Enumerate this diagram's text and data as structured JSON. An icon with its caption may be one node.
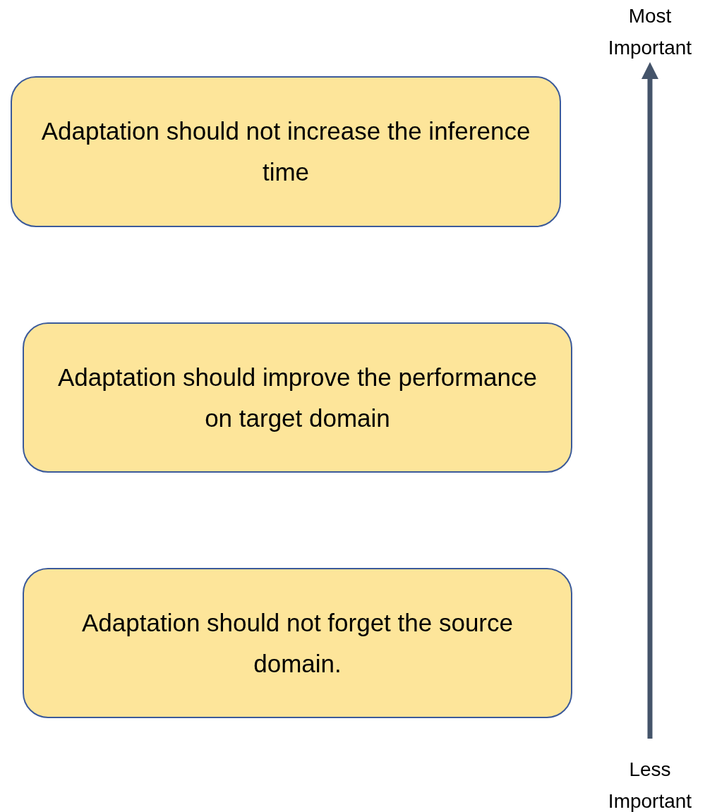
{
  "diagram": {
    "nodes": [
      {
        "text": [
          "Adaptation should not increase the inference time"
        ]
      },
      {
        "text": [
          "Adaptation should improve the performance on target domain"
        ]
      },
      {
        "text": [
          "Adaptation should not forget the source domain."
        ]
      }
    ],
    "labels": [
      "Most Important",
      "Less Important"
    ]
  }
}
